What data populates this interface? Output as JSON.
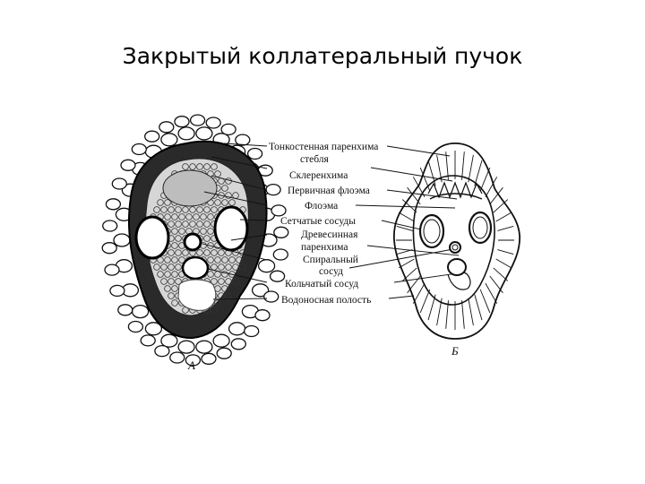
{
  "title": "Закрытый коллатеральный пучок",
  "labels": [
    {
      "id": "thin-parenchyma",
      "text": "Тонкостенная паренхима"
    },
    {
      "id": "thin-parenchyma-2",
      "text": "стебля"
    },
    {
      "id": "sclerenchyma",
      "text": "Склеренхима"
    },
    {
      "id": "primary-phloem",
      "text": "Первичная флоэма"
    },
    {
      "id": "phloem",
      "text": "Флоэма"
    },
    {
      "id": "reticulate-vessels",
      "text": "Сетчатые сосуды"
    },
    {
      "id": "wood-parenchyma",
      "text": "Древесинная"
    },
    {
      "id": "wood-parenchyma-2",
      "text": "паренхима"
    },
    {
      "id": "spiral-vessel",
      "text": "Спиральный"
    },
    {
      "id": "spiral-vessel-2",
      "text": "сосуд"
    },
    {
      "id": "annular-vessel",
      "text": "Кольчатый сосуд"
    },
    {
      "id": "water-cavity",
      "text": "Водоносная полость"
    }
  ],
  "panels": {
    "a": "А",
    "b": "Б"
  }
}
